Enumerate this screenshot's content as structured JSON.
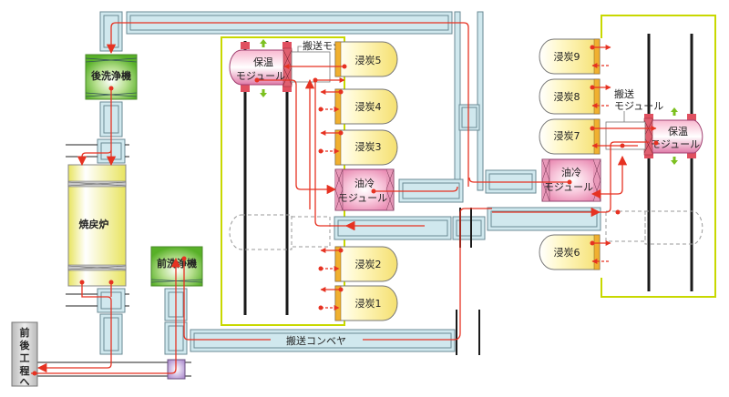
{
  "diagram": {
    "title": "Carburizing line layout",
    "colors": {
      "conveyor_fill": "#d0e8ee",
      "conveyor_stroke": "#6a8a94",
      "flow_line": "#e63222",
      "flow_line_light": "#f07050",
      "washer_green": "#5cb82e",
      "furnace_yellow": "#f0ec70",
      "carb_yellow": "#fff4b0",
      "module_pink": "#f0a0c0",
      "zone_border": "#c8d800",
      "rail": "#1a1a1a",
      "arrow_green": "#7cc020",
      "gray_box": "#c8c8c8"
    },
    "equipment": {
      "post_washer": "後洗浄機",
      "tempering_furnace": "焼戻炉",
      "pre_washer": "前洗浄機",
      "to_next_process": [
        "前",
        "後",
        "工",
        "程",
        "へ"
      ],
      "transfer_conveyor": "搬送コンベヤ",
      "heat_module_left": [
        "保温",
        "モジュール"
      ],
      "heat_module_right": [
        "保温",
        "モジュール"
      ],
      "transfer_module_left": "搬送モジュール",
      "transfer_module_right": [
        "搬送",
        "モジュール"
      ],
      "oil_cool_left": [
        "油冷",
        "モジュール"
      ],
      "oil_cool_right": [
        "油冷",
        "モジュール"
      ]
    },
    "carburizing_chambers": {
      "c1": "浸炭1",
      "c2": "浸炭2",
      "c3": "浸炭3",
      "c4": "浸炭4",
      "c5": "浸炭5",
      "c6": "浸炭6",
      "c7": "浸炭7",
      "c8": "浸炭8",
      "c9": "浸炭9"
    }
  }
}
